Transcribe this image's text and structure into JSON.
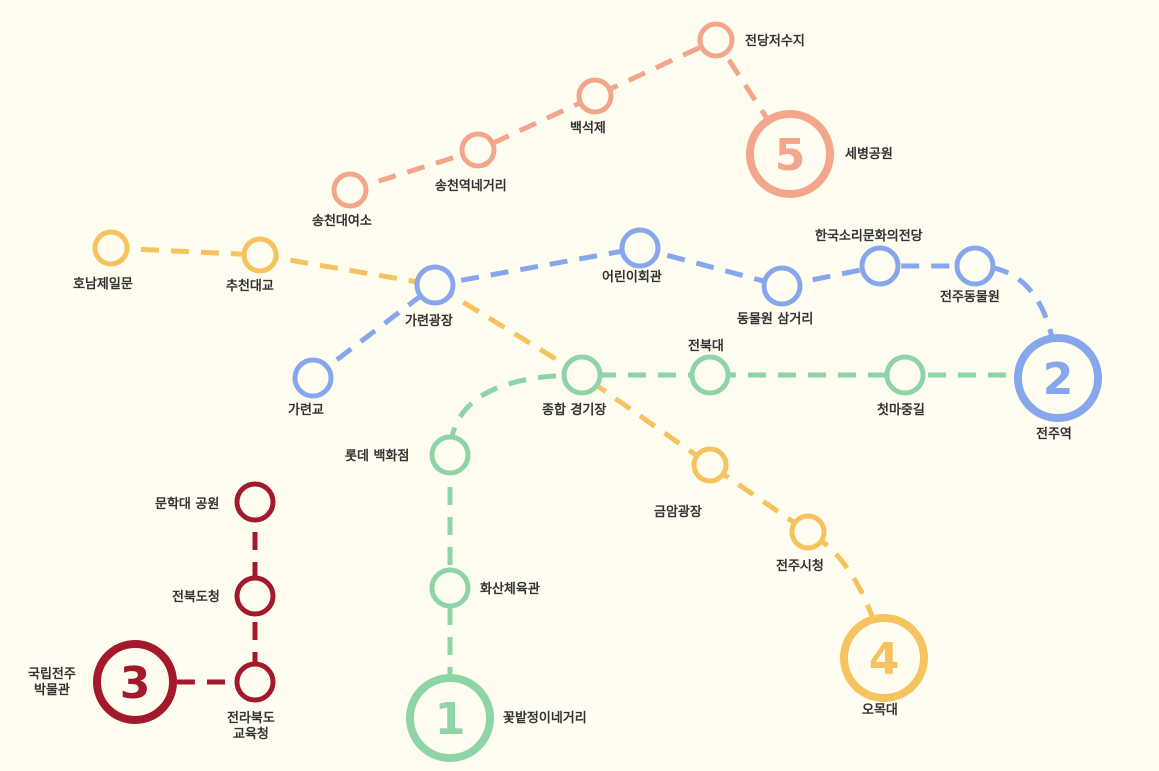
{
  "colors": {
    "background": "#fffdf0",
    "line1": "#8fd4a6",
    "line2": "#87a7ec",
    "line3": "#a3182a",
    "line4": "#f6c35e",
    "line5": "#f3a68c",
    "label": "#333333"
  },
  "terminals": {
    "line1": {
      "number": "1",
      "station": "꽃밭정이네거리"
    },
    "line2": {
      "number": "2",
      "station": "전주역"
    },
    "line3": {
      "number": "3",
      "station_line1": "국립전주",
      "station_line2": "박물관"
    },
    "line4": {
      "number": "4",
      "station": "오목대"
    },
    "line5": {
      "number": "5",
      "station": "세병공원"
    }
  },
  "stations": {
    "jeondang_reservoir": "전당저수지",
    "baekseokje": "백석제",
    "songcheon_intersection": "송천역네거리",
    "songcheon_daeyeoso": "송천대여소",
    "honam_jeil_gate": "호남제일문",
    "chucheon_bridge": "추천대교",
    "garyeon_square": "가련광장",
    "garyeon_bridge": "가련교",
    "children_hall": "어린이회관",
    "hanguk_sori_center": "한국소리문화의전당",
    "zoo_junction": "동물원 삼거리",
    "jeonju_zoo": "전주동물원",
    "jeonbuk_univ": "전북대",
    "sports_complex": "종합 경기장",
    "cheotmajung_street": "첫마중길",
    "lotte_department": "롯데 백화점",
    "geumam_square": "금암광장",
    "jeonju_city_hall": "전주시청",
    "hwasan_gym": "화산체육관",
    "munhakdae_park": "문학대 공원",
    "provincial_office": "전북도청",
    "education_office_line1": "전라북도",
    "education_office_line2": "교육청"
  }
}
